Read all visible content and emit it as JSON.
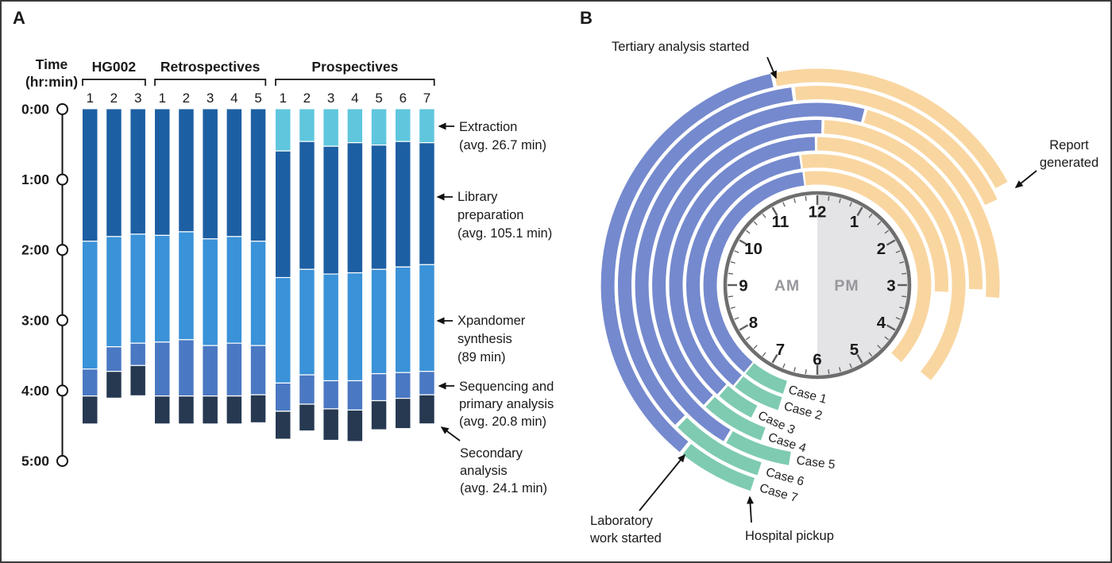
{
  "panel_a": {
    "label": "A",
    "axis_title": [
      "Time",
      "(hr:min)"
    ],
    "annotations": [
      {
        "lines": [
          "Extraction",
          "(avg. 26.7 min)"
        ]
      },
      {
        "lines": [
          "Library",
          "preparation",
          "(avg. 105.1 min)"
        ]
      },
      {
        "lines": [
          "Xpandomer",
          "synthesis",
          "(89 min)"
        ]
      },
      {
        "lines": [
          "Sequencing and",
          "primary analysis",
          "(avg. 20.8 min)"
        ]
      },
      {
        "lines": [
          "Secondary",
          "analysis",
          "(avg. 24.1 min)"
        ]
      }
    ]
  },
  "panel_b": {
    "label": "B",
    "annotations": {
      "tertiary": "Tertiary analysis started",
      "report": [
        "Report",
        "generated"
      ],
      "laboratory": [
        "Laboratory",
        "work started"
      ],
      "pickup": "Hospital pickup"
    },
    "clock": {
      "am": "AM",
      "pm": "PM",
      "numbers": [
        "12",
        "1",
        "2",
        "3",
        "4",
        "5",
        "6",
        "7",
        "8",
        "9",
        "10",
        "11"
      ]
    }
  },
  "chart_data": [
    {
      "type": "bar",
      "stacked": true,
      "y_axis": {
        "title": "Time (hr:min)",
        "ticks": [
          "0:00",
          "1:00",
          "2:00",
          "3:00",
          "4:00",
          "5:00"
        ],
        "range_minutes": [
          0,
          300
        ]
      },
      "segments": [
        {
          "name": "Extraction",
          "avg_min": 26.7,
          "color": "#5fc6de"
        },
        {
          "name": "Library preparation",
          "avg_min": 105.1,
          "color": "#1d5fa3"
        },
        {
          "name": "Xpandomer synthesis",
          "avg_min": 89,
          "color": "#3a92d8"
        },
        {
          "name": "Sequencing and primary analysis",
          "avg_min": 20.8,
          "color": "#4a78c2"
        },
        {
          "name": "Secondary analysis",
          "avg_min": 24.1,
          "color": "#263951"
        }
      ],
      "groups": [
        {
          "label": "HG002",
          "bars": [
            {
              "label": "1",
              "cum_minutes": [
                0,
                113,
                222,
                245,
                268
              ]
            },
            {
              "label": "2",
              "cum_minutes": [
                0,
                109,
                203,
                224,
                246
              ]
            },
            {
              "label": "3",
              "cum_minutes": [
                0,
                107,
                200,
                219,
                244
              ]
            }
          ]
        },
        {
          "label": "Retrospectives",
          "bars": [
            {
              "label": "1",
              "cum_minutes": [
                0,
                108,
                199,
                245,
                268
              ]
            },
            {
              "label": "2",
              "cum_minutes": [
                0,
                105,
                197,
                245,
                268
              ]
            },
            {
              "label": "3",
              "cum_minutes": [
                0,
                111,
                202,
                245,
                268
              ]
            },
            {
              "label": "4",
              "cum_minutes": [
                0,
                109,
                200,
                245,
                268
              ]
            },
            {
              "label": "5",
              "cum_minutes": [
                0,
                113,
                202,
                244,
                267
              ]
            }
          ]
        },
        {
          "label": "Prospectives",
          "bars": [
            {
              "label": "1",
              "cum_minutes": [
                36,
                144,
                234,
                258,
                281
              ]
            },
            {
              "label": "2",
              "cum_minutes": [
                28,
                137,
                227,
                252,
                274
              ]
            },
            {
              "label": "3",
              "cum_minutes": [
                32,
                141,
                232,
                256,
                282
              ]
            },
            {
              "label": "4",
              "cum_minutes": [
                29,
                140,
                232,
                257,
                283
              ]
            },
            {
              "label": "5",
              "cum_minutes": [
                31,
                137,
                226,
                249,
                273
              ]
            },
            {
              "label": "6",
              "cum_minutes": [
                28,
                135,
                225,
                247,
                272
              ]
            },
            {
              "label": "7",
              "cum_minutes": [
                29,
                133,
                224,
                244,
                268
              ]
            }
          ]
        }
      ]
    },
    {
      "type": "polar_timeline",
      "ring_order": "Case 1 innermost to Case 7 outermost",
      "phases": [
        {
          "name": "Hospital pickup to laboratory",
          "color": "#7ecbb2"
        },
        {
          "name": "Laboratory work to tertiary analysis",
          "color": "#7589ce"
        },
        {
          "name": "Tertiary analysis to report generated",
          "color": "#f9d6a0"
        }
      ],
      "cases": [
        {
          "label": "Case 1",
          "hospital_pickup": "6:35 AM",
          "laboratory_work_started": "7:20 AM",
          "tertiary_analysis_started": "11:47 AM",
          "report_generated": "4:25 PM"
        },
        {
          "label": "Case 2",
          "hospital_pickup": "6:35 AM",
          "laboratory_work_started": "7:20 AM",
          "tertiary_analysis_started": "11:46 AM",
          "report_generated": "3:06 PM"
        },
        {
          "label": "Case 3",
          "hospital_pickup": "6:53 AM",
          "laboratory_work_started": "7:25 AM",
          "tertiary_analysis_started": "12:00 PM",
          "report_generated": "4:20 PM"
        },
        {
          "label": "Case 4",
          "hospital_pickup": "6:40 AM",
          "laboratory_work_started": "7:27 AM",
          "tertiary_analysis_started": "12:05 PM",
          "report_generated": "3:03 PM"
        },
        {
          "label": "Case 5",
          "hospital_pickup": "6:18 AM",
          "laboratory_work_started": "7:02 AM",
          "tertiary_analysis_started": "12:32 PM",
          "report_generated": "3:08 PM"
        },
        {
          "label": "Case 6",
          "hospital_pickup": "6:35 AM",
          "laboratory_work_started": "7:31 AM",
          "tertiary_analysis_started": "11:47 AM",
          "report_generated": "2:09 PM"
        },
        {
          "label": "Case 7",
          "hospital_pickup": "6:36 AM",
          "laboratory_work_started": "7:19 AM",
          "tertiary_analysis_started": "11:37 AM",
          "report_generated": "2:03 PM"
        }
      ]
    }
  ]
}
